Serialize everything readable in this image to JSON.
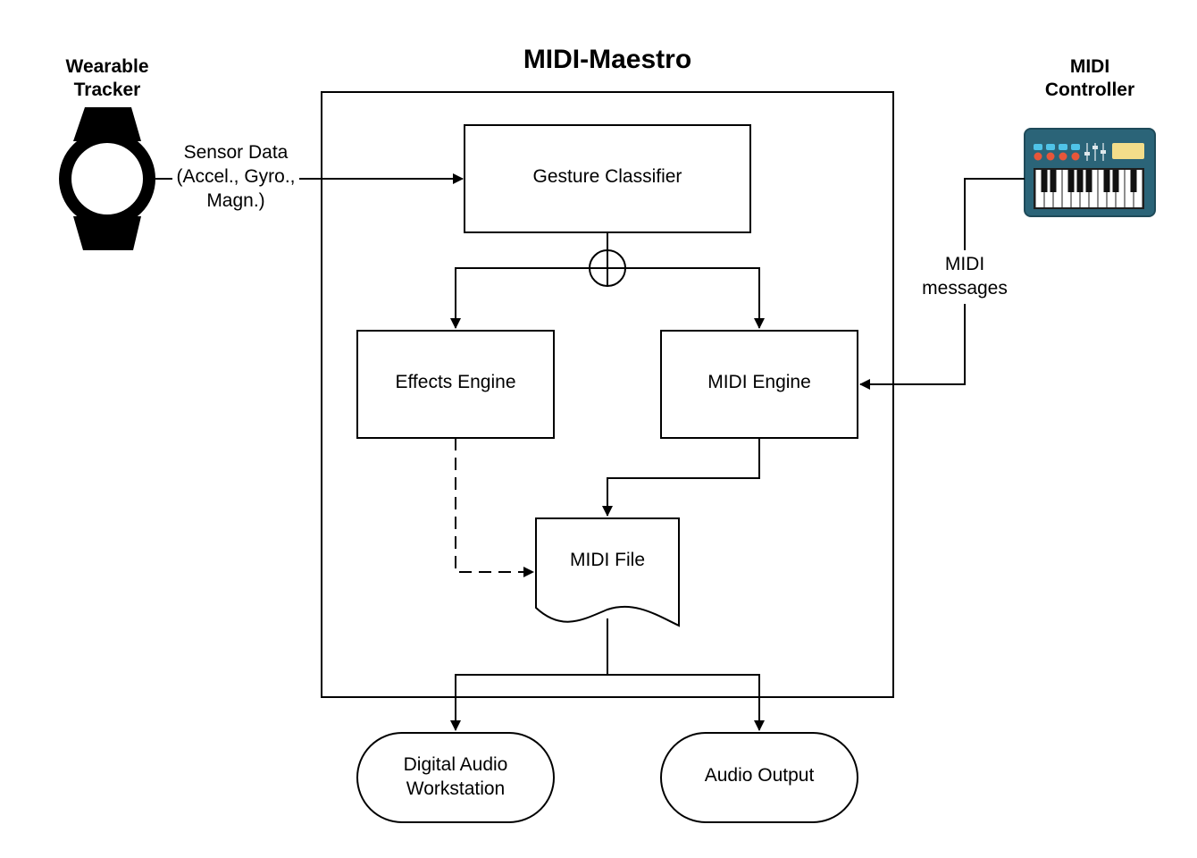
{
  "title": "MIDI-Maestro",
  "wearable": {
    "label_line1": "Wearable",
    "label_line2": "Tracker",
    "icon": "smartwatch-icon"
  },
  "controller": {
    "label_line1": "MIDI",
    "label_line2": "Controller",
    "icon": "midi-keyboard-icon",
    "body_color": "#2b6478",
    "screen_color": "#f3dd8a",
    "pad_top_color": "#4fc3e8",
    "pad_bottom_color": "#e8563a"
  },
  "sensor_data": {
    "line1": "Sensor Data",
    "line2": "(Accel., Gyro.,",
    "line3": "Magn.)"
  },
  "midi_messages": {
    "line1": "MIDI",
    "line2": "messages"
  },
  "nodes": {
    "gesture_classifier": "Gesture Classifier",
    "effects_engine": "Effects Engine",
    "midi_engine": "MIDI Engine",
    "midi_file": "MIDI File",
    "daw_line1": "Digital Audio",
    "daw_line2": "Workstation",
    "audio_output": "Audio Output"
  },
  "colors": {
    "stroke": "#000000",
    "background": "#ffffff"
  }
}
